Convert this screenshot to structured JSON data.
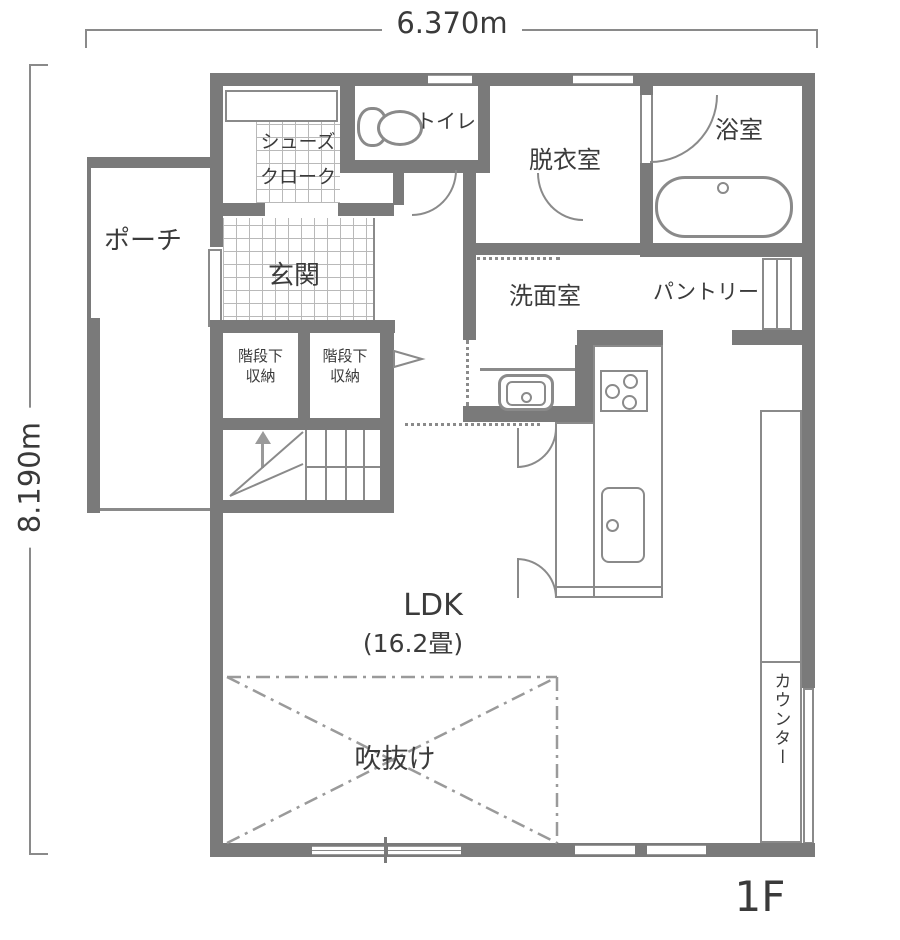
{
  "floor": {
    "label": "1F"
  },
  "dimensions": {
    "width": "6.370m",
    "height": "8.190m"
  },
  "rooms": {
    "porch": {
      "label": "ポーチ"
    },
    "shoes_closet": {
      "line1": "シューズ",
      "line2": "クローク"
    },
    "toilet": {
      "label": "トイレ"
    },
    "dressing_room": {
      "label": "脱衣室"
    },
    "bathroom": {
      "label": "浴室"
    },
    "entrance": {
      "label": "玄関"
    },
    "washroom": {
      "label": "洗面室"
    },
    "pantry": {
      "label": "パントリー"
    },
    "under_stairs_storage_left": {
      "line1": "階段下",
      "line2": "収納"
    },
    "under_stairs_storage_right": {
      "line1": "階段下",
      "line2": "収納"
    },
    "ldk": {
      "label": "LDK",
      "size": "(16.2畳)"
    },
    "atrium": {
      "label": "吹抜け"
    },
    "counter": {
      "label": "カウンター"
    }
  },
  "colors": {
    "wall": "#7a7a7a",
    "thin_line": "#8a8a8a",
    "text": "#3b3b3b",
    "grid": "#b9b9b9"
  }
}
